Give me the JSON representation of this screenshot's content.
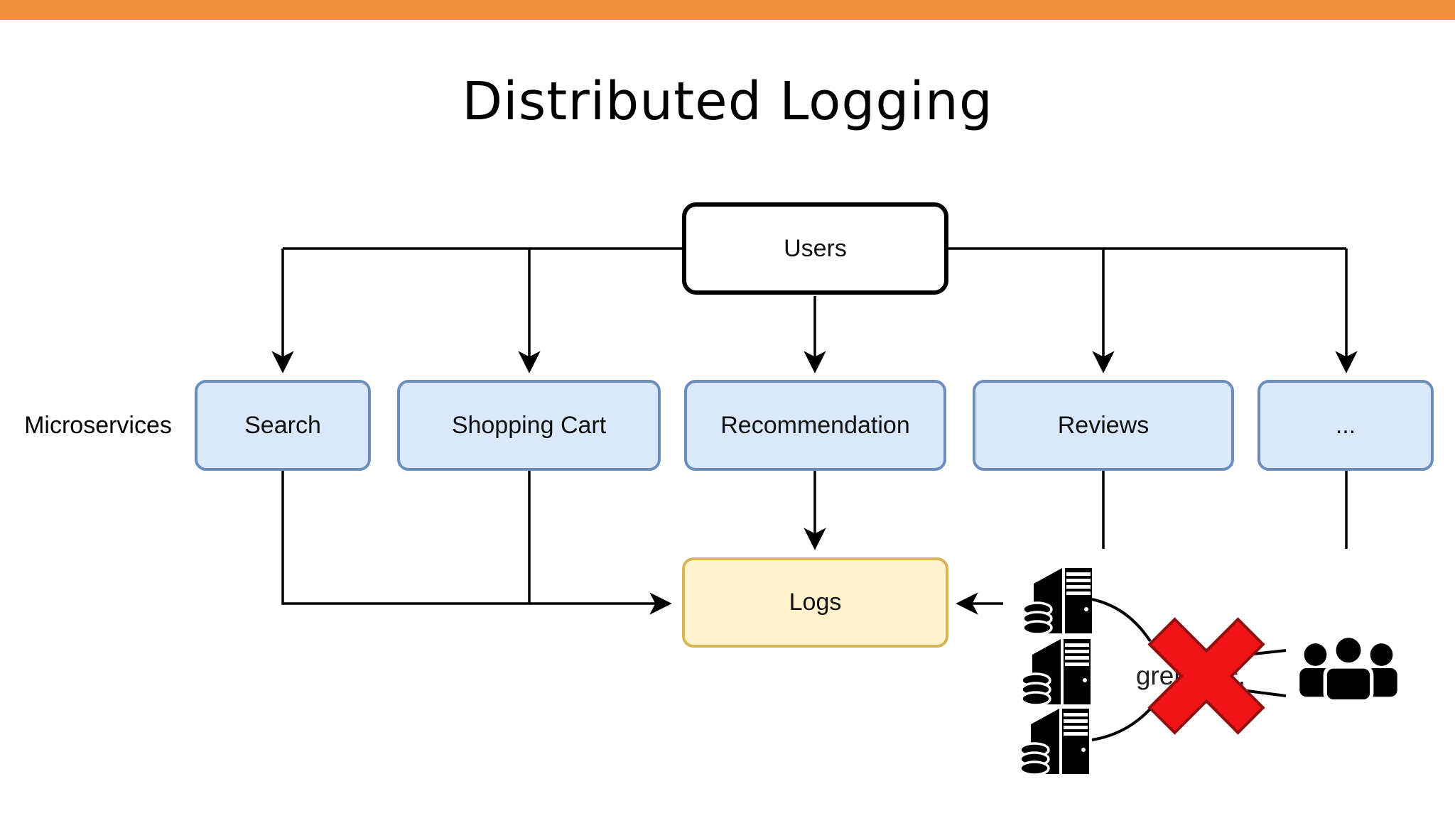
{
  "slide": {
    "title": "Distributed Logging",
    "accent_bar_color": "#EC9039"
  },
  "diagram": {
    "row_label": "Microservices",
    "users_node": {
      "label": "Users"
    },
    "microservices": [
      {
        "label": "Search"
      },
      {
        "label": "Shopping Cart"
      },
      {
        "label": "Recommendation"
      },
      {
        "label": "Reviews"
      },
      {
        "label": "..."
      }
    ],
    "logs_node": {
      "label": "Logs"
    },
    "crossed_out": {
      "label": "grep, etc."
    },
    "icons": {
      "servers": "server-with-database-icon (x3)",
      "people": "users-group-icon",
      "cross": "red-x-icon"
    },
    "colors": {
      "service_fill": "#DAE8FC",
      "service_border": "#6C8EBF",
      "logs_fill": "#FFF2CC",
      "logs_border": "#D6B656",
      "users_fill": "#FFFFFF",
      "users_border": "#000000",
      "connector": "#000000",
      "cross_fill": "#F01418",
      "cross_border": "#901010"
    }
  }
}
